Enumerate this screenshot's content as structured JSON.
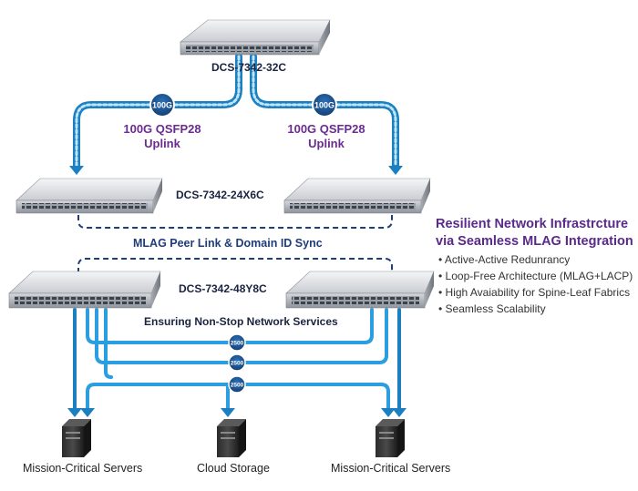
{
  "spine": {
    "model": "DCS-7342-32C"
  },
  "uplinks": [
    {
      "badge": "100G",
      "label_line1": "100G QSFP28",
      "label_line2": "Uplink"
    },
    {
      "badge": "100G",
      "label_line1": "100G QSFP28",
      "label_line2": "Uplink"
    }
  ],
  "leaf_tier1": {
    "model": "DCS-7342-24X6C"
  },
  "mlag_label": "MLAG Peer Link & Domain ID Sync",
  "leaf_tier2": {
    "model": "DCS-7342-48Y8C",
    "caption": "Ensuring Non-Stop Network Services"
  },
  "links": [
    {
      "badge": "2500"
    },
    {
      "badge": "2500"
    },
    {
      "badge": "2500"
    }
  ],
  "endpoints": [
    {
      "label": "Mission-Critical Servers"
    },
    {
      "label": "Cloud Storage"
    },
    {
      "label": "Mission-Critical Servers"
    }
  ],
  "features": {
    "title_line1": "Resilient Network Infrastrcture",
    "title_line2": "via Seamless MLAG Integration",
    "items": [
      "Active-Active Redunrancy",
      "Loop-Free Architecture (MLAG+LACP)",
      "High Avaiability for Spine-Leaf Fabrics",
      "Seamless Scalability"
    ]
  },
  "colors": {
    "link": "#2a9ee0",
    "link_dark": "#1b7fc0",
    "mlag": "#1f3d7a",
    "title": "#5a2a8a",
    "uplink_text": "#6a2c8f"
  }
}
